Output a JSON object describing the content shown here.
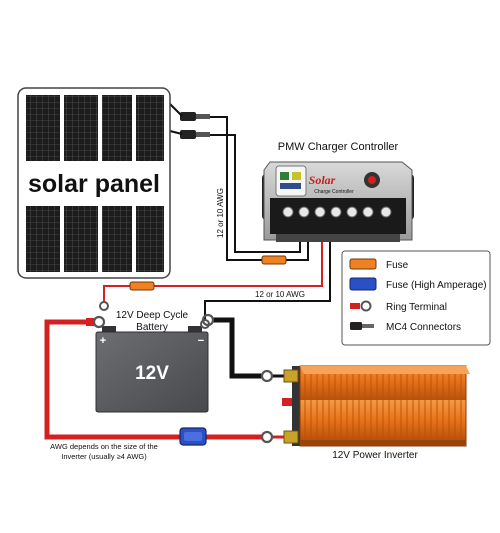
{
  "panel": {
    "label": "solar panel"
  },
  "controller": {
    "title": "PMW Charger Controller",
    "brand": "Solar",
    "subtitle": "Charge Controller"
  },
  "battery": {
    "title_line1": "12V Deep Cycle",
    "title_line2": "Battery",
    "voltage": "12V",
    "pos": "+",
    "neg": "−"
  },
  "inverter": {
    "label": "12V Power Inverter"
  },
  "wires": {
    "gauge_vertical": "12 or 10 AWG",
    "gauge_horizontal": "12 or 10 AWG",
    "awg_note_line1": "AWG depends on the size of the",
    "awg_note_line2": "Inverter (usually ≥4 AWG)"
  },
  "legend": {
    "items": [
      {
        "label": "Fuse",
        "icon": "fuse-icon"
      },
      {
        "label": "Fuse (High Amperage)",
        "icon": "high-amp-fuse-icon"
      },
      {
        "label": "Ring Terminal",
        "icon": "ring-terminal-icon"
      },
      {
        "label": "MC4 Connectors",
        "icon": "mc4-connector-icon"
      }
    ]
  },
  "colors": {
    "red_wire": "#d42020",
    "black_wire": "#111111",
    "fuse": "#f08020",
    "high_amp_fuse": "#2a50c8",
    "inverter": "#e8731a",
    "battery": "#5a5c60"
  }
}
